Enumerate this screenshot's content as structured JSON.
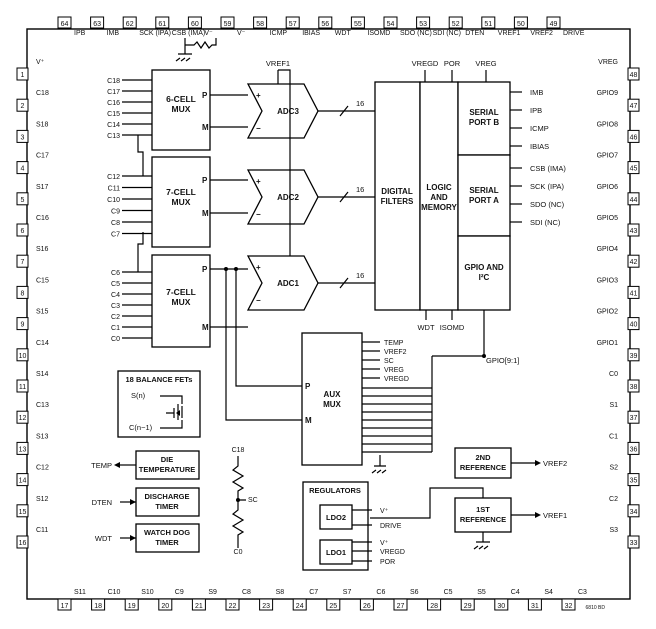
{
  "pins_top": [
    [
      "64",
      "IPB"
    ],
    [
      "63",
      "IMB"
    ],
    [
      "62",
      "SCK (IPA)"
    ],
    [
      "61",
      "CSB (IMA)"
    ],
    [
      "60",
      "V⁻"
    ],
    [
      "59",
      "V⁻"
    ],
    [
      "58",
      "ICMP"
    ],
    [
      "57",
      "IBIAS"
    ],
    [
      "56",
      "WDT"
    ],
    [
      "55",
      "ISOMD"
    ],
    [
      "54",
      "SDO (NC)"
    ],
    [
      "53",
      "SDI (NC)"
    ],
    [
      "52",
      "DTEN"
    ],
    [
      "51",
      "VREF1"
    ],
    [
      "50",
      "VREF2"
    ],
    [
      "49",
      "DRIVE"
    ]
  ],
  "pins_left": [
    [
      "1",
      "V⁺"
    ],
    [
      "2",
      "C18"
    ],
    [
      "3",
      "S18"
    ],
    [
      "4",
      "C17"
    ],
    [
      "5",
      "S17"
    ],
    [
      "6",
      "C16"
    ],
    [
      "7",
      "S16"
    ],
    [
      "8",
      "C15"
    ],
    [
      "9",
      "S15"
    ],
    [
      "10",
      "C14"
    ],
    [
      "11",
      "S14"
    ],
    [
      "12",
      "C13"
    ],
    [
      "13",
      "S13"
    ],
    [
      "14",
      "C12"
    ],
    [
      "15",
      "S12"
    ],
    [
      "16",
      "C11"
    ]
  ],
  "pins_bottom": [
    [
      "17",
      "S11"
    ],
    [
      "18",
      "C10"
    ],
    [
      "19",
      "S10"
    ],
    [
      "20",
      "C9"
    ],
    [
      "21",
      "S9"
    ],
    [
      "22",
      "C8"
    ],
    [
      "23",
      "S8"
    ],
    [
      "24",
      "C7"
    ],
    [
      "25",
      "S7"
    ],
    [
      "26",
      "C6"
    ],
    [
      "27",
      "S6"
    ],
    [
      "28",
      "C5"
    ],
    [
      "29",
      "S5"
    ],
    [
      "30",
      "C4"
    ],
    [
      "31",
      "S4"
    ],
    [
      "32",
      "C3"
    ]
  ],
  "pins_right": [
    [
      "48",
      "VREG"
    ],
    [
      "47",
      "GPIO9"
    ],
    [
      "46",
      "GPIO8"
    ],
    [
      "45",
      "GPIO7"
    ],
    [
      "44",
      "GPIO6"
    ],
    [
      "43",
      "GPIO5"
    ],
    [
      "42",
      "GPIO4"
    ],
    [
      "41",
      "GPIO3"
    ],
    [
      "40",
      "GPIO2"
    ],
    [
      "39",
      "GPIO1"
    ],
    [
      "38",
      "C0"
    ],
    [
      "37",
      "S1"
    ],
    [
      "36",
      "C1"
    ],
    [
      "35",
      "S2"
    ],
    [
      "34",
      "C2"
    ],
    [
      "33",
      "S3"
    ]
  ],
  "mux6": {
    "title": "6-CELL\nMUX",
    "inputs": [
      "C18",
      "C17",
      "C16",
      "C15",
      "C14",
      "C13"
    ]
  },
  "mux7a": {
    "title": "7-CELL\nMUX",
    "inputs": [
      "C12",
      "C11",
      "C10",
      "C9",
      "C8",
      "C7"
    ]
  },
  "mux7b": {
    "title": "7-CELL\nMUX",
    "inputs": [
      "C6",
      "C5",
      "C4",
      "C3",
      "C2",
      "C1",
      "C0"
    ]
  },
  "adc": [
    "ADC3",
    "ADC2",
    "ADC1"
  ],
  "bus_width": "16",
  "pm": [
    "P",
    "M",
    "+",
    "−"
  ],
  "vref1_top": "VREF1",
  "digital_filters": "DIGITAL\nFILTERS",
  "logic_memory": "LOGIC\nAND\nMEMORY",
  "serial_b": "SERIAL\nPORT B",
  "serial_a": "SERIAL\nPORT A",
  "gpio_i2c": "GPIO AND\nI²C",
  "top_signals": [
    "VREGD",
    "POR",
    "VREG"
  ],
  "port_b_signals": [
    "IMB",
    "IPB",
    "ICMP",
    "IBIAS"
  ],
  "port_a_signals": [
    "CSB (IMA)",
    "SCK (IPA)",
    "SDO (NC)",
    "SDI (NC)"
  ],
  "logic_bottom": [
    "WDT",
    "ISOMD"
  ],
  "gpio_bus": "GPIO[9:1]",
  "aux_mux": "AUX\nMUX",
  "aux_inputs": [
    "TEMP",
    "VREF2",
    "SC",
    "VREG",
    "VREGD"
  ],
  "balance_fets": {
    "title": "18 BALANCE FETs",
    "s": "S(n)",
    "c": "C(n−1)"
  },
  "die_temp": {
    "label": "DIE\nTEMPERATURE",
    "signal": "TEMP"
  },
  "discharge": {
    "label": "DISCHARGE\nTIMER",
    "signal": "DTEN"
  },
  "watchdog": {
    "label": "WATCH DOG\nTIMER",
    "signal": "WDT"
  },
  "sc_divider": {
    "top": "C18",
    "mid": "SC",
    "bottom": "C0"
  },
  "regulators": {
    "title": "REGULATORS",
    "ldo2": "LDO2",
    "ldo1": "LDO1",
    "ldo2_out": [
      "V⁺",
      "DRIVE"
    ],
    "ldo1_out": [
      "V⁺",
      "VREGD",
      "POR"
    ]
  },
  "ref2": {
    "label": "2ND\nREFERENCE",
    "out": "VREF2"
  },
  "ref1": {
    "label": "1ST\nREFERENCE",
    "out": "VREF1"
  },
  "figure_id": "6810 BD"
}
